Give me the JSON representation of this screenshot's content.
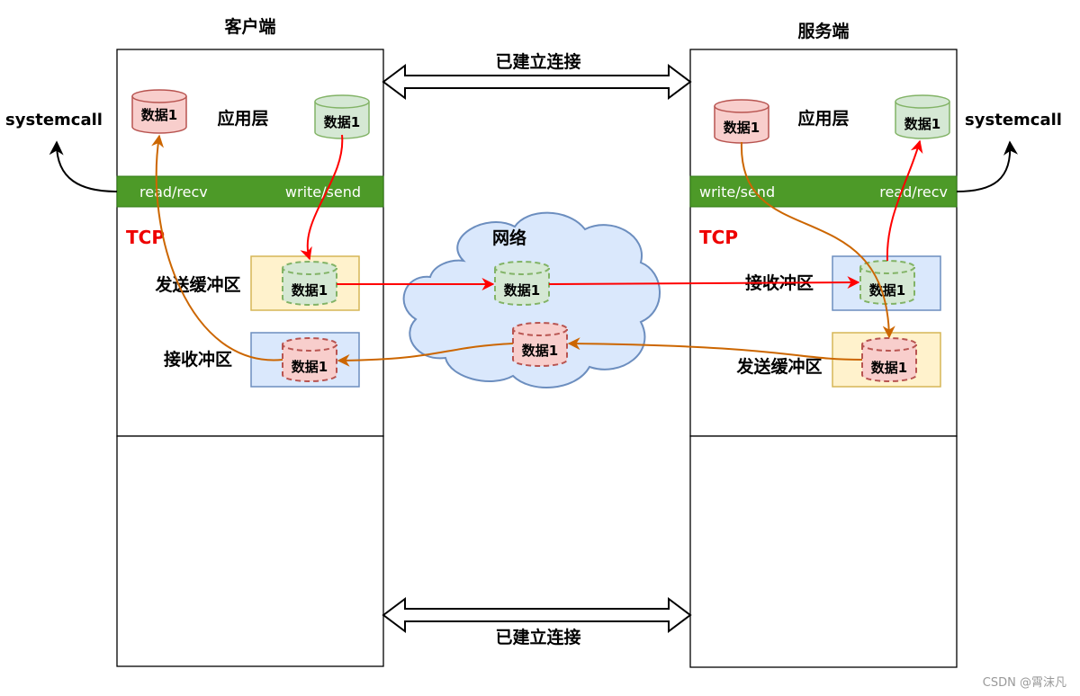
{
  "client": {
    "title": "客户端",
    "app_layer": "应用层",
    "recv_data": "数据1",
    "send_data": "数据1",
    "syscall_read": "read/recv",
    "syscall_write": "write/send",
    "tcp": "TCP",
    "send_buffer_label": "发送缓冲区",
    "send_buffer_data": "数据1",
    "recv_buffer_label": "接收冲区",
    "recv_buffer_data": "数据1",
    "systemcall": "systemcall"
  },
  "server": {
    "title": "服务端",
    "app_layer": "应用层",
    "send_data": "数据1",
    "recv_data": "数据1",
    "syscall_write": "write/send",
    "syscall_read": "read/recv",
    "tcp": "TCP",
    "recv_buffer_label": "接收冲区",
    "recv_buffer_data": "数据1",
    "send_buffer_label": "发送缓冲区",
    "send_buffer_data": "数据1",
    "systemcall": "systemcall"
  },
  "network": {
    "label": "网络",
    "outbound_data": "数据1",
    "inbound_data": "数据1"
  },
  "connection": {
    "top": "已建立连接",
    "bottom": "已建立连接"
  },
  "watermark": "CSDN @霄沫凡",
  "colors": {
    "red_fill": "#f8cecc",
    "red_stroke": "#b85450",
    "green_fill": "#d5e8d4",
    "green_stroke": "#82b366",
    "syscall_bar": "#4d9a28",
    "tcp_red": "#ee0000",
    "yellow_fill": "#fff2cc",
    "yellow_stroke": "#d6b656",
    "blue_fill": "#dae8fc",
    "blue_stroke": "#6c8ebf",
    "send_arrow": "#ff0000",
    "recv_arrow": "#cc6600"
  }
}
